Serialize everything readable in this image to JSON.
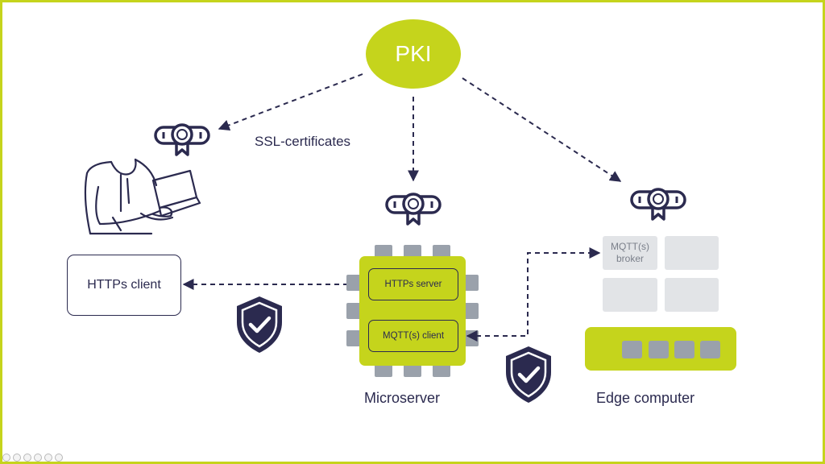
{
  "pki": {
    "label": "PKI"
  },
  "ssl_label": "SSL-certificates",
  "https_client": {
    "label": "HTTPs client"
  },
  "microserver": {
    "caption": "Microserver",
    "https_server_label": "HTTPs server",
    "mqtt_client_label": "MQTT(s) client"
  },
  "edge_computer": {
    "caption": "Edge computer",
    "broker_label": "MQTT(s) broker"
  },
  "icons": [
    "certificate-icon",
    "shield-check-icon",
    "person-laptop-icon",
    "chip-icon"
  ],
  "colors": {
    "accent": "#c5d41c",
    "ink": "#2b2a4f",
    "grey_block": "#e2e4e7",
    "pin": "#9aa1ab"
  }
}
